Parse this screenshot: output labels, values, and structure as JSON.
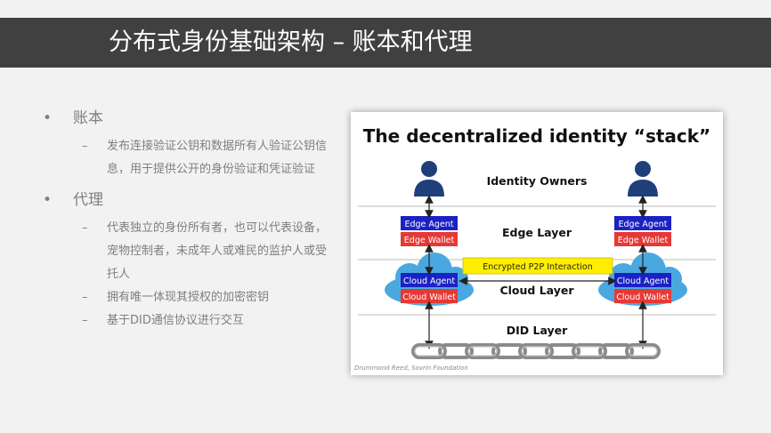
{
  "slide": {
    "title": "分布式身份基础架构 – 账本和代理",
    "bullets": [
      {
        "label": "账本",
        "subs": [
          "发布连接验证公钥和数据所有人验证公钥信息，用于提供公开的身份验证和凭证验证"
        ]
      },
      {
        "label": "代理",
        "subs": [
          "代表独立的身份所有者，也可以代表设备，宠物控制者，未成年人或难民的监护人或受托人",
          "拥有唯一体现其授权的加密密钥",
          "基于DID通信协议进行交互"
        ]
      }
    ]
  },
  "figure": {
    "title": "The decentralized identity “stack”",
    "layers": {
      "identity": "Identity Owners",
      "edge": "Edge Layer",
      "cloud": "Cloud Layer",
      "did": "DID Layer"
    },
    "edge_agent": "Edge Agent",
    "edge_wallet": "Edge Wallet",
    "cloud_agent": "Cloud Agent",
    "cloud_wallet": "Cloud Wallet",
    "p2p": "Encrypted P2P Interaction",
    "credit": "Drummond Reed, Sovrin Foundation",
    "colors": {
      "agent": "#1a22c4",
      "wallet": "#e53935",
      "p2p_fill": "#ffee00",
      "person": "#1f3f7a",
      "cloud": "#4aa8e0"
    }
  }
}
